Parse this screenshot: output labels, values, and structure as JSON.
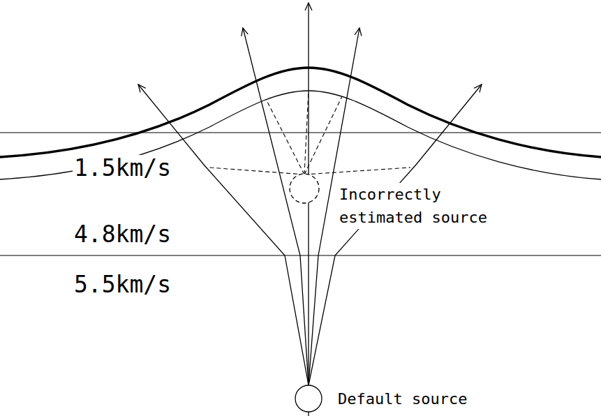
{
  "diagram": {
    "nodes": [
      {
        "text": [
          "Incorrectly estimated source"
        ]
      },
      {
        "text": [
          "Default source"
        ]
      }
    ],
    "labels": [
      "1.5km/s",
      "4.8km/s",
      "5.5km/s"
    ]
  }
}
